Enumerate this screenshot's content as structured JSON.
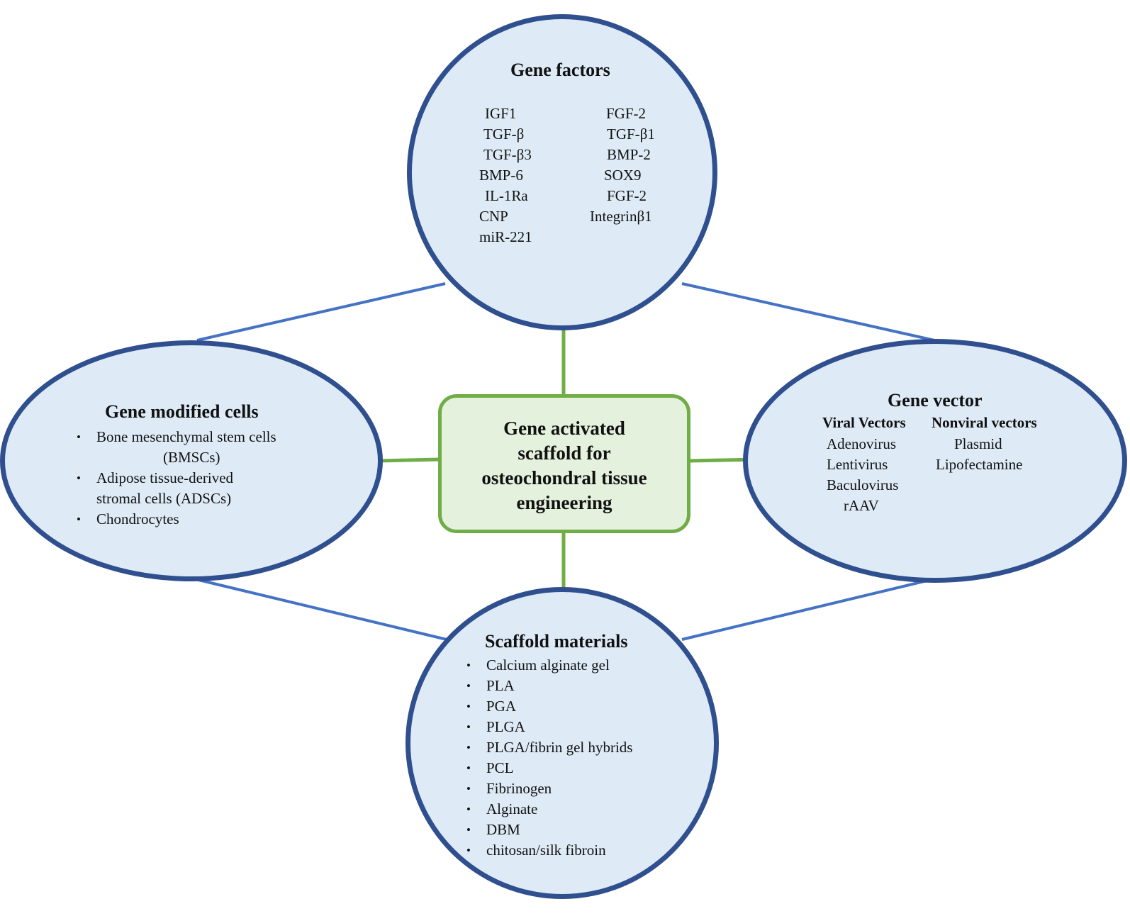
{
  "colors": {
    "node_fill": "#deebf7",
    "node_border": "#2f4f8f",
    "outer_connector": "#4472c4",
    "center_connector": "#70ad47",
    "center_fill": "#e4f1dc",
    "center_border": "#70ad47"
  },
  "center": {
    "label": "Gene activated\nscaffold for\nosteochondral  tissue\nengineering"
  },
  "gene_factors": {
    "title": "Gene factors",
    "left_column": [
      "IGF1",
      "TGF-β",
      "TGF-β3",
      "BMP-6",
      "IL-1Ra",
      "CNP",
      "miR-221"
    ],
    "right_column": [
      "FGF-2",
      "TGF-β1",
      "BMP-2",
      "SOX9",
      "FGF-2",
      "Integrinβ1"
    ]
  },
  "gene_modified_cells": {
    "title": "Gene modified  cells",
    "items": [
      "Bone mesenchymal stem cells",
      "(BMSCs)",
      "Adipose tissue-derived",
      "stromal cells (ADSCs)",
      "Chondrocytes"
    ]
  },
  "gene_vector": {
    "title": "Gene vector",
    "viral_header": "Viral Vectors",
    "nonviral_header": "Nonviral  vectors",
    "viral_items": [
      "Adenovirus",
      "Lentivirus",
      "Baculovirus",
      "rAAV"
    ],
    "nonviral_items": [
      "Plasmid",
      "Lipofectamine"
    ]
  },
  "scaffold_materials": {
    "title": "Scaffold  materials",
    "items": [
      "Calcium  alginate gel",
      "PLA",
      "PGA",
      "PLGA",
      "PLGA/fibrin  gel hybrids",
      "PCL",
      "Fibrinogen",
      "Alginate",
      "DBM",
      "chitosan/silk fibroin"
    ]
  }
}
